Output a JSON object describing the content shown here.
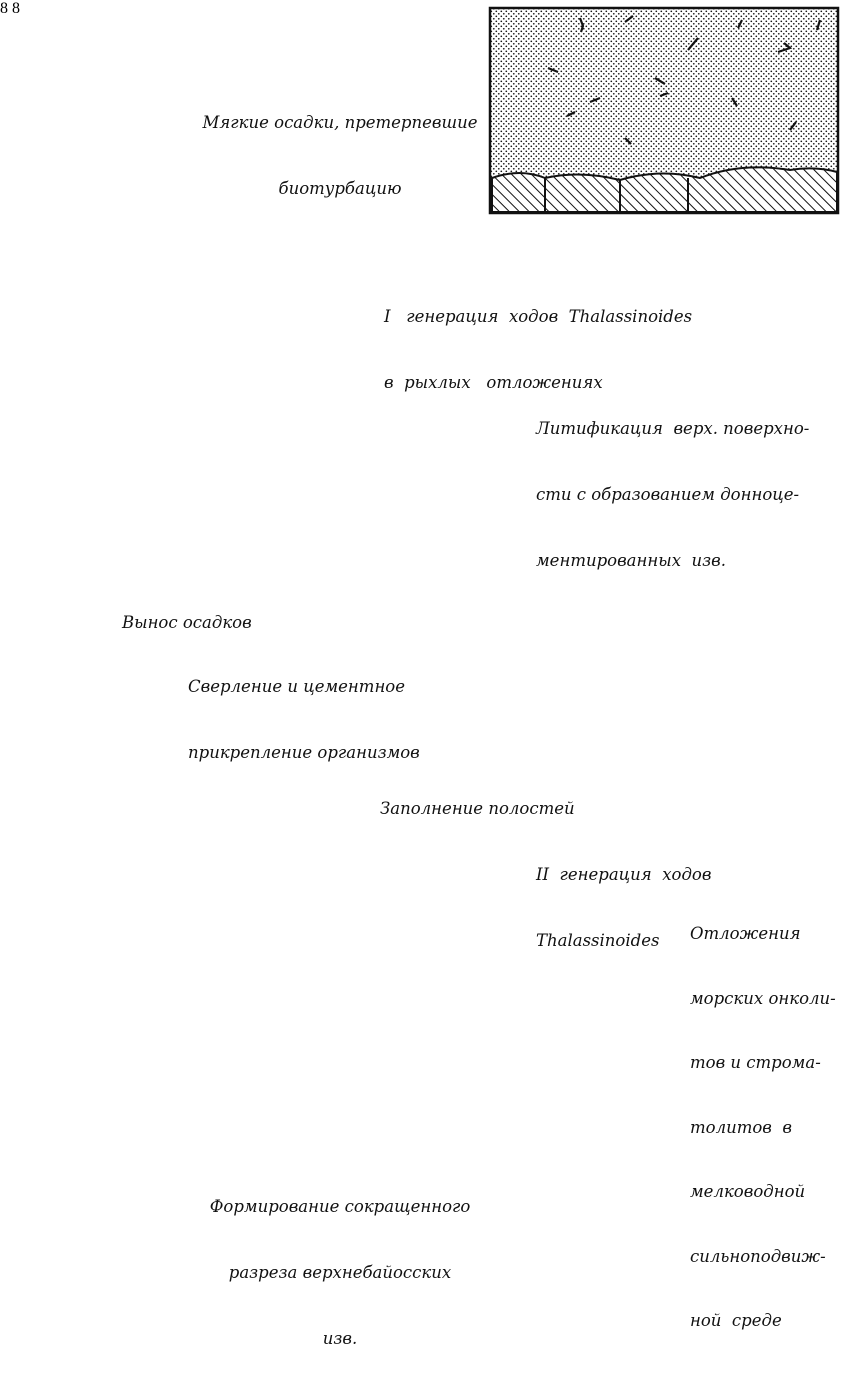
{
  "stages": [
    {
      "id": "stage-1",
      "caption": [
        "Мягкие осадки, претерпевшие",
        "биотурбацию"
      ]
    },
    {
      "id": "stage-2",
      "caption": [
        "I   генерация  ходов  Thalassinoides",
        "в  рыхлых   отложениях"
      ]
    },
    {
      "id": "stage-3",
      "caption": [
        "Литификация  верх. поверхно-",
        "сти с образованием донноце-",
        "ментированных  изв."
      ]
    },
    {
      "id": "stage-4",
      "caption": [
        "Вынос осадков"
      ]
    },
    {
      "id": "stage-5",
      "caption": [
        "Сверление и цементное",
        "прикрепление организмов"
      ]
    },
    {
      "id": "stage-6",
      "caption": [
        "Заполнение полостей"
      ]
    },
    {
      "id": "stage-7",
      "caption": [
        "II  генерация  ходов",
        "Thalassinoides"
      ]
    },
    {
      "id": "stage-8",
      "caption": [
        "Отложения",
        "морских онколи-",
        "тов и строма-",
        "толитов  в",
        "мелководной",
        "сильноподвиж-",
        "ной  среде"
      ]
    },
    {
      "id": "stage-9",
      "caption": [
        "Формирование сокращенного",
        "разреза верхнебайосских",
        "изв."
      ]
    }
  ],
  "colors": {
    "ink": "#111111",
    "paper": "#ffffff",
    "light_sediment": "#f2f2f2"
  }
}
